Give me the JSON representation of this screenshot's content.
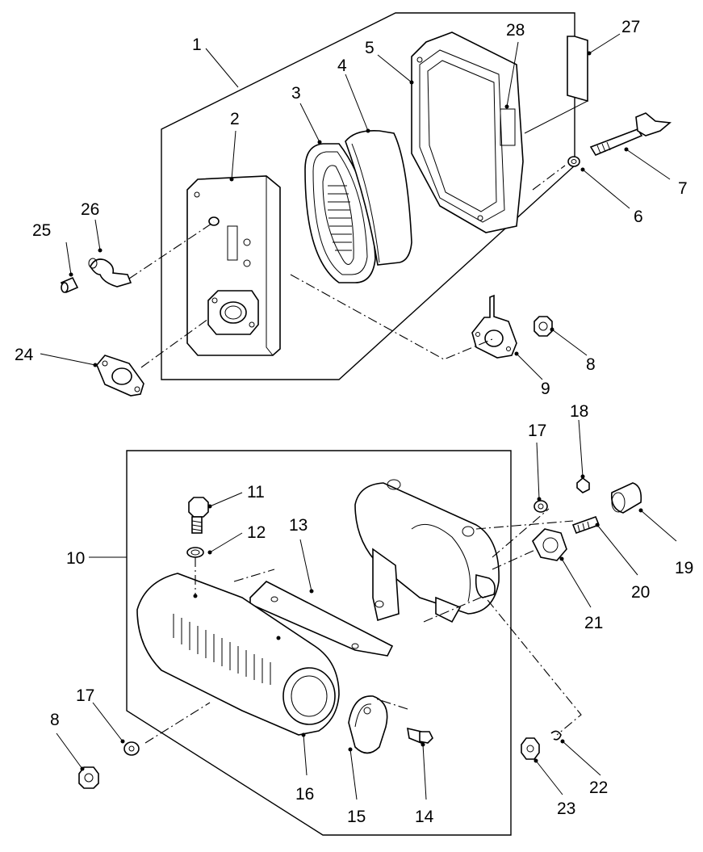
{
  "callouts": {
    "c1": "1",
    "c2": "2",
    "c3": "3",
    "c4": "4",
    "c5": "5",
    "c6": "6",
    "c7": "7",
    "c8a": "8",
    "c8b": "8",
    "c9": "9",
    "c10": "10",
    "c11": "11",
    "c12": "12",
    "c13": "13",
    "c14": "14",
    "c15": "15",
    "c16": "16",
    "c17a": "17",
    "c17b": "17",
    "c18": "18",
    "c19": "19",
    "c20": "20",
    "c21": "21",
    "c22": "22",
    "c23": "23",
    "c24": "24",
    "c25": "25",
    "c26": "26",
    "c27": "27",
    "c28": "28"
  }
}
